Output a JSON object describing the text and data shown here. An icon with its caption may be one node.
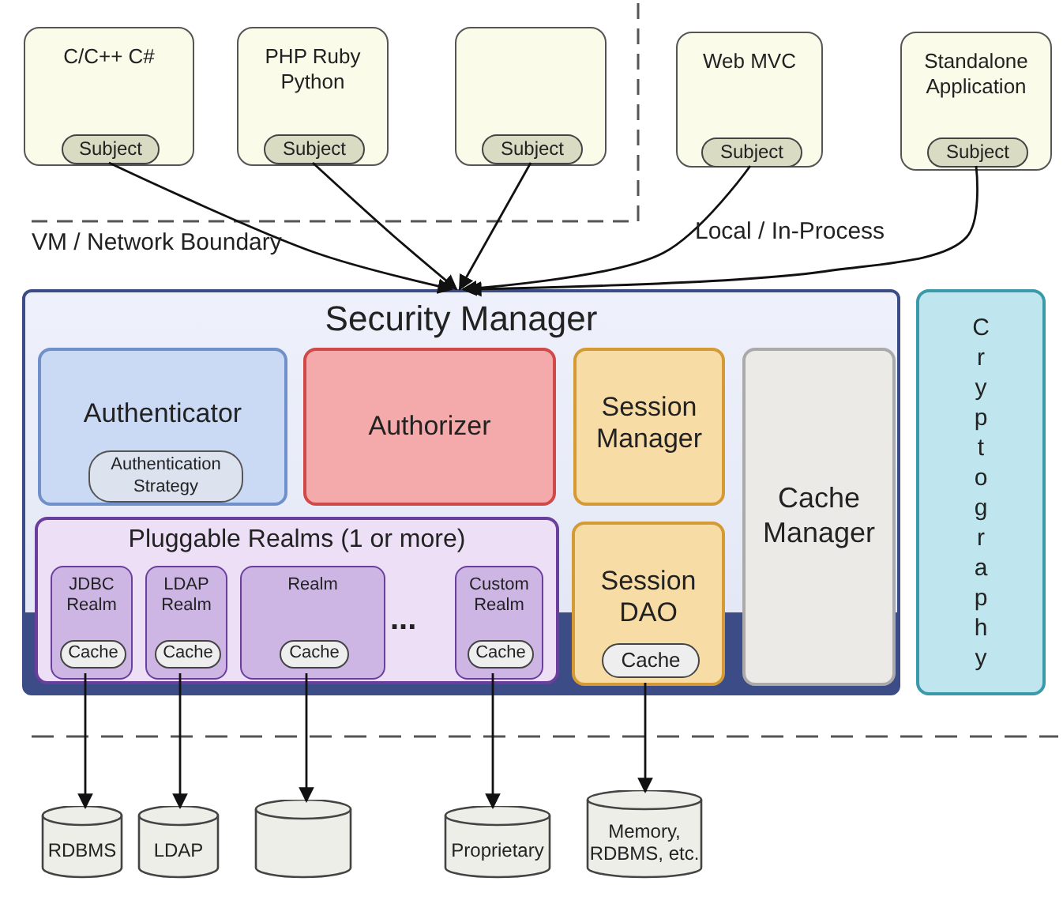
{
  "diagram": {
    "nodes": [
      {
        "text": [
          "C/C++ C#"
        ]
      },
      {
        "text": [
          "Subject"
        ],
        "in": 0
      },
      {
        "text": [
          "PHP Ruby Python"
        ]
      },
      {
        "text": [
          "Subject"
        ],
        "in": 2
      },
      {
        "text": [],
        "shape": "box"
      },
      {
        "text": [
          "Subject"
        ],
        "in": 4
      },
      {
        "text": [
          "Web MVC"
        ]
      },
      {
        "text": [
          "Subject"
        ],
        "in": 6
      },
      {
        "text": [
          "Standalone Application"
        ]
      },
      {
        "text": [
          "Subject"
        ],
        "in": 8
      },
      {
        "text": [
          "Security Manager"
        ]
      },
      {
        "text": [
          "Authenticator"
        ],
        "in": 10
      },
      {
        "text": [
          "Authentication Strategy"
        ],
        "in": 11
      },
      {
        "text": [
          "Authorizer"
        ],
        "in": 10
      },
      {
        "text": [
          "Session Manager"
        ],
        "in": 10
      },
      {
        "text": [
          "Pluggable Realms (1 or more)"
        ],
        "in": 10
      },
      {
        "text": [
          "JDBC Realm"
        ],
        "in": 15
      },
      {
        "text": [
          "Cache"
        ],
        "in": 16
      },
      {
        "text": [
          "LDAP Realm"
        ],
        "in": 15
      },
      {
        "text": [
          "Cache"
        ],
        "in": 18
      },
      {
        "text": [
          "Realm"
        ],
        "in": 15
      },
      {
        "text": [
          "Cache"
        ],
        "in": 20
      },
      {
        "text": [
          "Custom Realm"
        ],
        "in": 15
      },
      {
        "text": [
          "Cache"
        ],
        "in": 22
      },
      {
        "text": [
          "Session DAO"
        ],
        "in": 10
      },
      {
        "text": [
          "Cache"
        ],
        "in": 24
      },
      {
        "text": [
          "Cache Manager"
        ],
        "in": 10
      },
      {
        "text": [
          "Cryptography"
        ]
      },
      {
        "text": [
          "RDBMS"
        ]
      },
      {
        "text": [
          "LDAP"
        ]
      },
      {
        "text": [],
        "shape": "cylinder"
      },
      {
        "text": [
          "Proprietary"
        ]
      },
      {
        "text": [
          "Memory, RDBMS, etc."
        ]
      }
    ],
    "edges": [
      {
        "from": 1,
        "to": 10,
        "arrow": "to"
      },
      {
        "from": 3,
        "to": 10,
        "arrow": "to"
      },
      {
        "from": 5,
        "to": 10,
        "arrow": "to"
      },
      {
        "from": 7,
        "to": 10,
        "arrow": "to"
      },
      {
        "from": 9,
        "to": 10,
        "arrow": "to"
      },
      {
        "from": 16,
        "to": 28,
        "arrow": "to"
      },
      {
        "from": 18,
        "to": 29,
        "arrow": "to"
      },
      {
        "from": 20,
        "to": 30,
        "arrow": "to"
      },
      {
        "from": 22,
        "to": 31,
        "arrow": "to"
      },
      {
        "from": 24,
        "to": 32,
        "arrow": "to"
      }
    ],
    "labels": [
      "VM / Network Boundary",
      "Local / In-Process",
      "..."
    ]
  }
}
